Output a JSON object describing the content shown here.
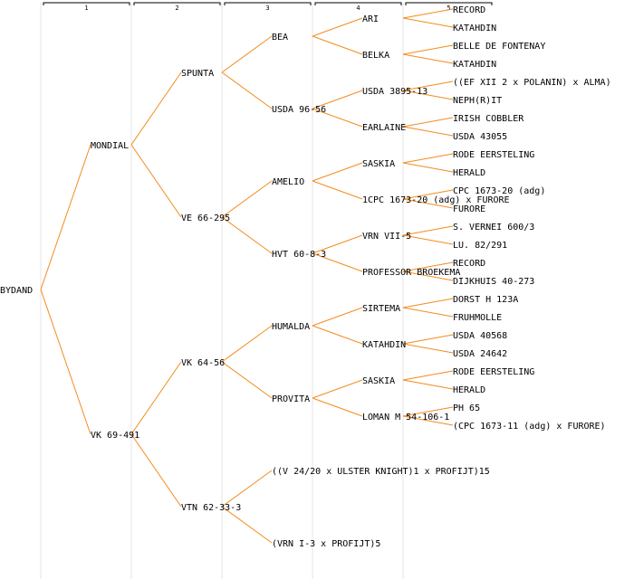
{
  "colors": {
    "edge": "#f28c1e",
    "guide": "#e6e6e6",
    "text": "#000000",
    "header_line": "#000000"
  },
  "generations": [
    "1",
    "2",
    "3",
    "4",
    "5"
  ],
  "tree": {
    "name": "BYDAND",
    "children": [
      {
        "name": "MONDIAL",
        "children": [
          {
            "name": "SPUNTA",
            "children": [
              {
                "name": "BEA",
                "children": [
                  {
                    "name": "ARI",
                    "children": [
                      {
                        "name": "RECORD"
                      },
                      {
                        "name": "KATAHDIN"
                      }
                    ]
                  },
                  {
                    "name": "BELKA",
                    "children": [
                      {
                        "name": "BELLE DE FONTENAY"
                      },
                      {
                        "name": "KATAHDIN"
                      }
                    ]
                  }
                ]
              },
              {
                "name": "USDA 96-56",
                "children": [
                  {
                    "name": "USDA 3895-13",
                    "children": [
                      {
                        "name": "((EF XII 2 x POLANIN) x ALMA)"
                      },
                      {
                        "name": "NEPH(R)IT"
                      }
                    ]
                  },
                  {
                    "name": "EARLAINE",
                    "children": [
                      {
                        "name": "IRISH COBBLER"
                      },
                      {
                        "name": "USDA 43055"
                      }
                    ]
                  }
                ]
              }
            ]
          },
          {
            "name": "VE 66-295",
            "children": [
              {
                "name": "AMELIO",
                "children": [
                  {
                    "name": "SASKIA",
                    "children": [
                      {
                        "name": "RODE EERSTELING"
                      },
                      {
                        "name": "HERALD"
                      }
                    ]
                  },
                  {
                    "name": "1CPC 1673-20 (adg) x FURORE",
                    "children": [
                      {
                        "name": "CPC 1673-20 (adg)"
                      },
                      {
                        "name": "FURORE"
                      }
                    ]
                  }
                ]
              },
              {
                "name": "HVT 60-8-3",
                "children": [
                  {
                    "name": "VRN VII-5",
                    "children": [
                      {
                        "name": "S. VERNEI 600/3"
                      },
                      {
                        "name": "LU. 82/291"
                      }
                    ]
                  },
                  {
                    "name": "PROFESSOR BROEKEMA",
                    "children": [
                      {
                        "name": "RECORD"
                      },
                      {
                        "name": "DIJKHUIS 40-273"
                      }
                    ]
                  }
                ]
              }
            ]
          }
        ]
      },
      {
        "name": "VK 69-491",
        "children": [
          {
            "name": "VK 64-56",
            "children": [
              {
                "name": "HUMALDA",
                "children": [
                  {
                    "name": "SIRTEMA",
                    "children": [
                      {
                        "name": "DORST H 123A"
                      },
                      {
                        "name": "FRUHMOLLE"
                      }
                    ]
                  },
                  {
                    "name": "KATAHDIN",
                    "children": [
                      {
                        "name": "USDA 40568"
                      },
                      {
                        "name": "USDA 24642"
                      }
                    ]
                  }
                ]
              },
              {
                "name": "PROVITA",
                "children": [
                  {
                    "name": "SASKIA",
                    "children": [
                      {
                        "name": "RODE EERSTELING"
                      },
                      {
                        "name": "HERALD"
                      }
                    ]
                  },
                  {
                    "name": "LOMAN M 54-106-1",
                    "children": [
                      {
                        "name": "PH 65"
                      },
                      {
                        "name": "(CPC 1673-11 (adg) x FURORE)"
                      }
                    ]
                  }
                ]
              }
            ]
          },
          {
            "name": "VTN 62-33-3",
            "children": [
              {
                "name": "((V 24/20 x ULSTER KNIGHT)1 x PROFIJT)15"
              },
              {
                "name": "(VRN I-3 x PROFIJT)5"
              }
            ]
          }
        ]
      }
    ]
  }
}
